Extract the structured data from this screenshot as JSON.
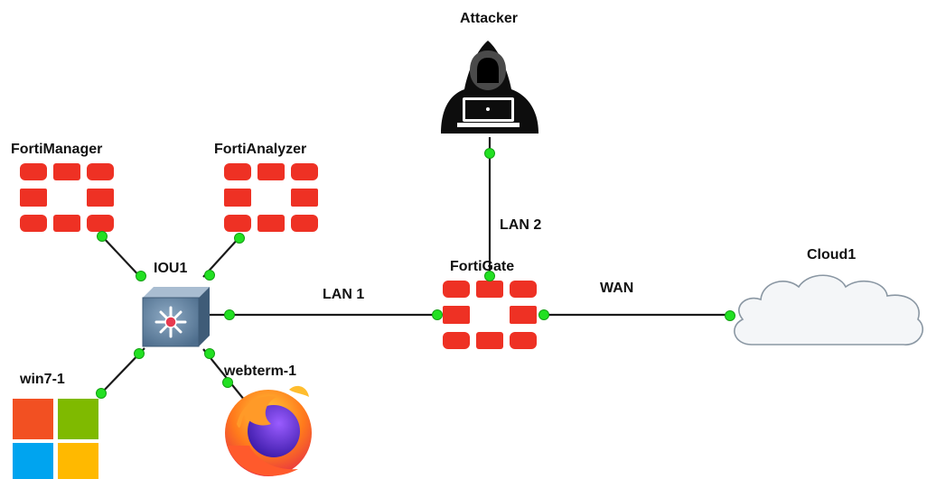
{
  "nodes": {
    "attacker": {
      "label": "Attacker",
      "icon": "hooded-attacker-icon"
    },
    "fortimanager": {
      "label": "FortiManager",
      "icon": "fortinet-logo-icon"
    },
    "fortianalyzer": {
      "label": "FortiAnalyzer",
      "icon": "fortinet-logo-icon"
    },
    "iou1": {
      "label": "IOU1",
      "icon": "switch-icon"
    },
    "fortigate": {
      "label": "FortiGate",
      "icon": "fortinet-logo-icon"
    },
    "cloud1": {
      "label": "Cloud1",
      "icon": "cloud-icon"
    },
    "win7": {
      "label": "win7-1",
      "icon": "windows-logo-icon"
    },
    "webterm": {
      "label": "webterm-1",
      "icon": "firefox-icon"
    }
  },
  "links": {
    "lan1": "LAN 1",
    "lan2": "LAN 2",
    "wan": "WAN"
  },
  "colors": {
    "fortinet_red": "#ee3124",
    "port_green": "#22e022",
    "switch_blue": "#5d7d9c",
    "win_red": "#f25022",
    "win_green": "#7fba00",
    "win_blue": "#00a4ef",
    "win_yellow": "#ffb900"
  }
}
